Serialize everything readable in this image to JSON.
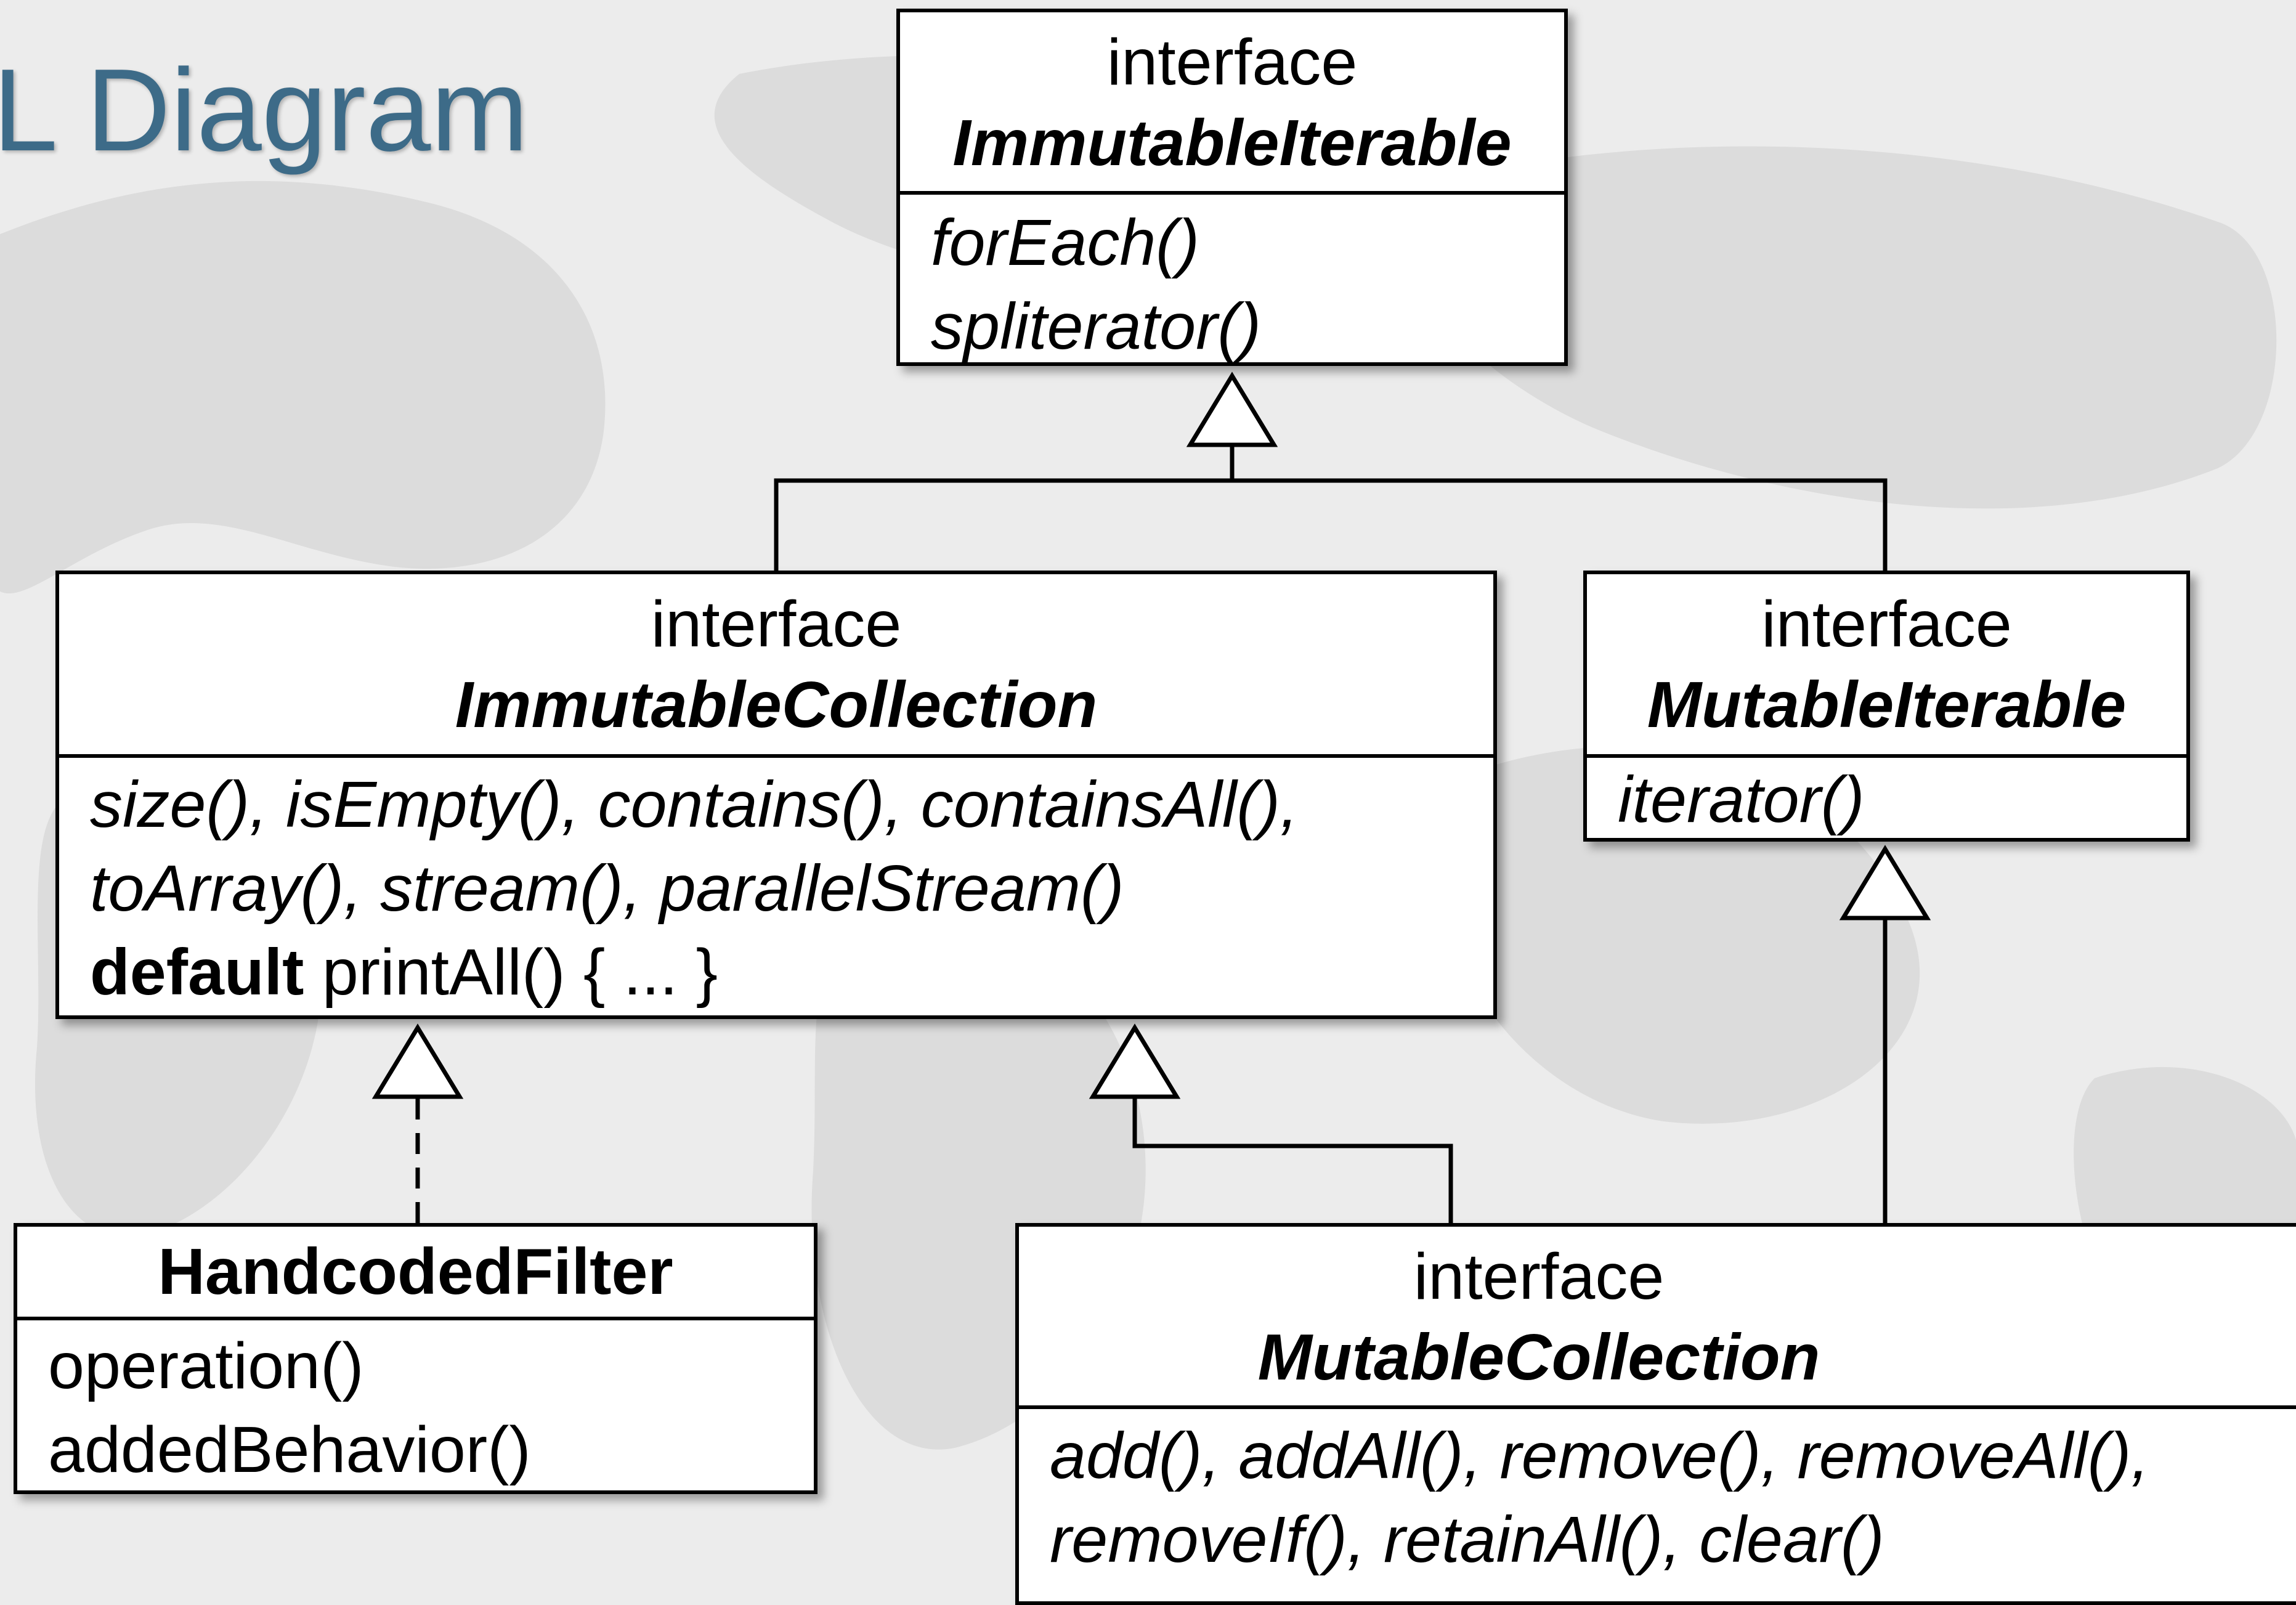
{
  "slide": {
    "title": "ML Diagram"
  },
  "uml": {
    "immutable_iterable": {
      "stereotype": "interface",
      "name": "ImmutableIterable",
      "methods": [
        "forEach()",
        "spliterator()"
      ]
    },
    "immutable_collection": {
      "stereotype": "interface",
      "name": "ImmutableCollection",
      "methods": [
        "size(), isEmpty(), contains(), containsAll(),",
        "toArray(), stream(), parallelStream()"
      ],
      "default_keyword": "default",
      "default_method": " printAll() { ... }"
    },
    "mutable_iterable": {
      "stereotype": "interface",
      "name": "MutableIterable",
      "methods": [
        "iterator()"
      ]
    },
    "handcoded_filter": {
      "name": "HandcodedFilter",
      "methods": [
        "operation()",
        "addedBehavior()"
      ]
    },
    "mutable_collection": {
      "stereotype": "interface",
      "name": "MutableCollection",
      "methods": [
        "add(), addAll(), remove(), removeAll(),",
        "removeIf(), retainAll(), clear()"
      ]
    }
  },
  "colors": {
    "title": "#3d6b88",
    "background": "#ececec",
    "line": "#000000",
    "box": "#ffffff"
  }
}
